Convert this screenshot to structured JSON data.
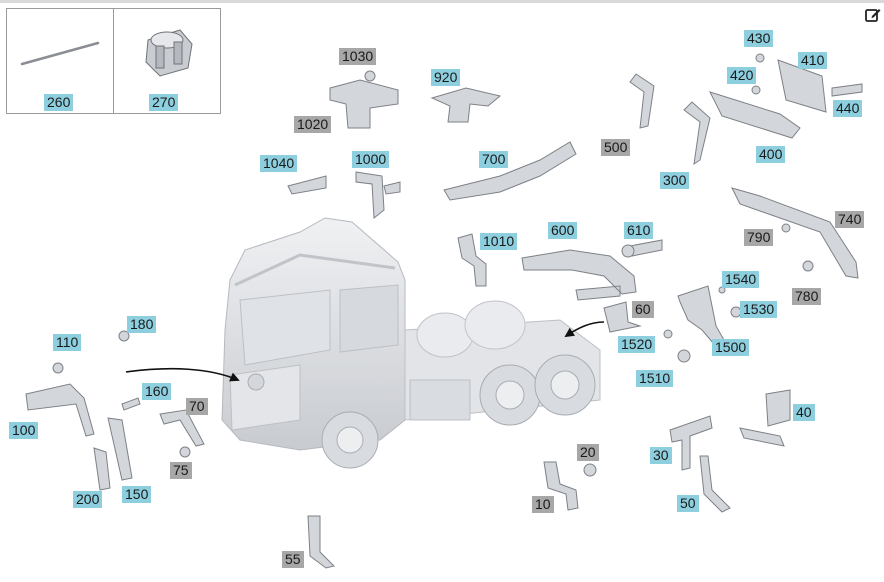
{
  "toolbar": {
    "edit_icon": "edit-icon"
  },
  "colors": {
    "label_blue": "#8ecfdf",
    "label_grey": "#a7a7a7",
    "part_fill": "#d3d6da",
    "part_stroke": "#7d8187"
  },
  "callouts": {
    "p260": "260",
    "p270": "270",
    "p1030": "1030",
    "p1020": "1020",
    "p920": "920",
    "p430": "430",
    "p410": "410",
    "p420": "420",
    "p440": "440",
    "p400": "400",
    "p500": "500",
    "p300": "300",
    "p1040": "1040",
    "p1000": "1000",
    "p700": "700",
    "p740": "740",
    "p790": "790",
    "p780": "780",
    "p1010": "1010",
    "p600": "600",
    "p610": "610",
    "p1540": "1540",
    "p1530": "1530",
    "p60": "60",
    "p1520": "1520",
    "p1500": "1500",
    "p1510": "1510",
    "p180": "180",
    "p110": "110",
    "p160": "160",
    "p70": "70",
    "p75": "75",
    "p100": "100",
    "p150": "150",
    "p200": "200",
    "p40": "40",
    "p30": "30",
    "p20": "20",
    "p10": "10",
    "p50": "50",
    "p55": "55"
  }
}
